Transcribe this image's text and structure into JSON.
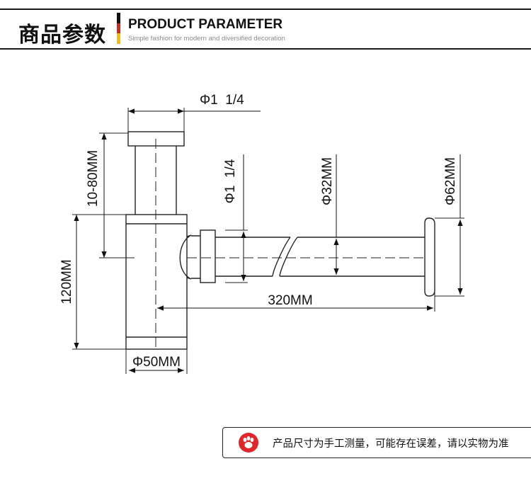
{
  "header": {
    "cn_title": "商品参数",
    "en_title": "PRODUCT PARAMETER",
    "en_subtitle": "Simple fashion for modern and diversified decoration",
    "flag_colors": [
      "#111111",
      "#d8261c",
      "#f2c200"
    ]
  },
  "diagram": {
    "dim_top_diameter": "Φ1  1/4",
    "dim_height_adjust": "10-80MM",
    "dim_inlet_diameter": "Φ1  1/4",
    "dim_pipe_diameter": "Φ32MM",
    "dim_flange_diameter": "Φ62MM",
    "dim_body_height": "120MM",
    "dim_length": "320MM",
    "dim_body_diameter": "Φ50MM"
  },
  "note": {
    "icon": "paw-print-icon",
    "text": "产品尺寸为手工测量，可能存在误差，请以实物为准",
    "icon_color": "#e0262b"
  }
}
